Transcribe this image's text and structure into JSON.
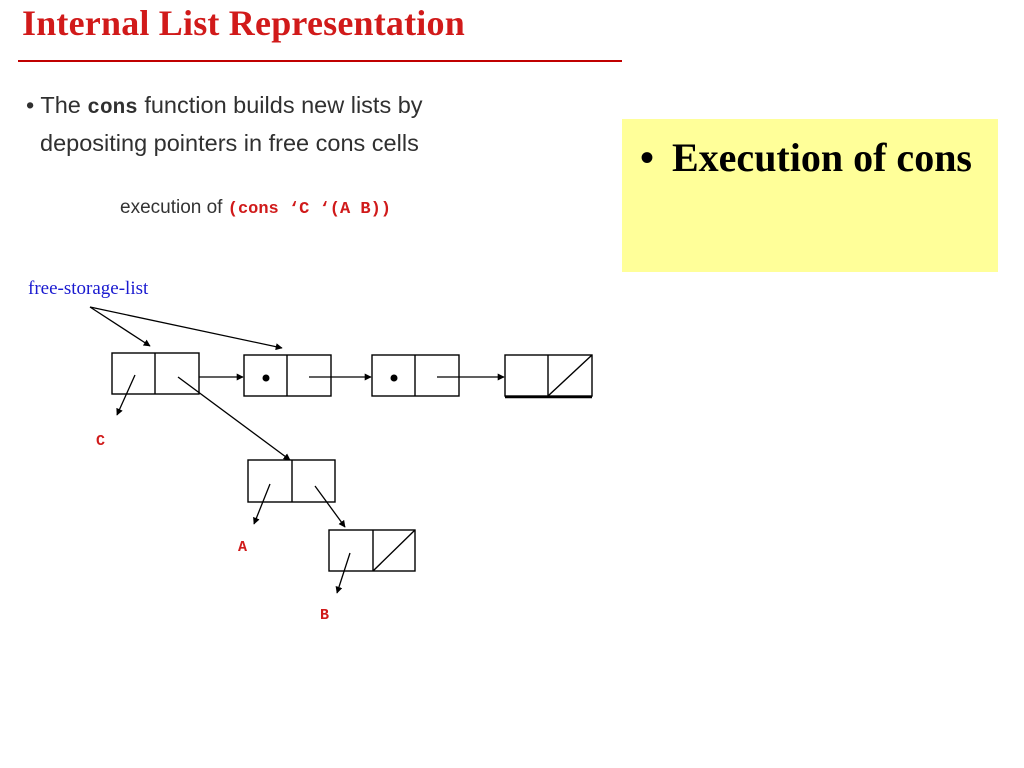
{
  "slide": {
    "title": "Internal List Representation",
    "bullet_dot": "•",
    "line1_pre": "The",
    "line1_code": "cons",
    "line1_post": "function builds new lists by",
    "line2": "depositing pointers in free cons cells",
    "caption_pre": "execution of",
    "caption_code": "(cons ‘C ‘(A B))"
  },
  "diagram": {
    "free_list_label": "free-storage-list",
    "atom_c": "C",
    "atom_a": "A",
    "atom_b": "B"
  },
  "callout": {
    "bullet": "•",
    "text": "Execution of cons"
  },
  "colors": {
    "title": "#d11a1a",
    "code_expr": "#d01a1a",
    "label_blue": "#1a1ad0",
    "callout_bg": "#ffff99"
  }
}
